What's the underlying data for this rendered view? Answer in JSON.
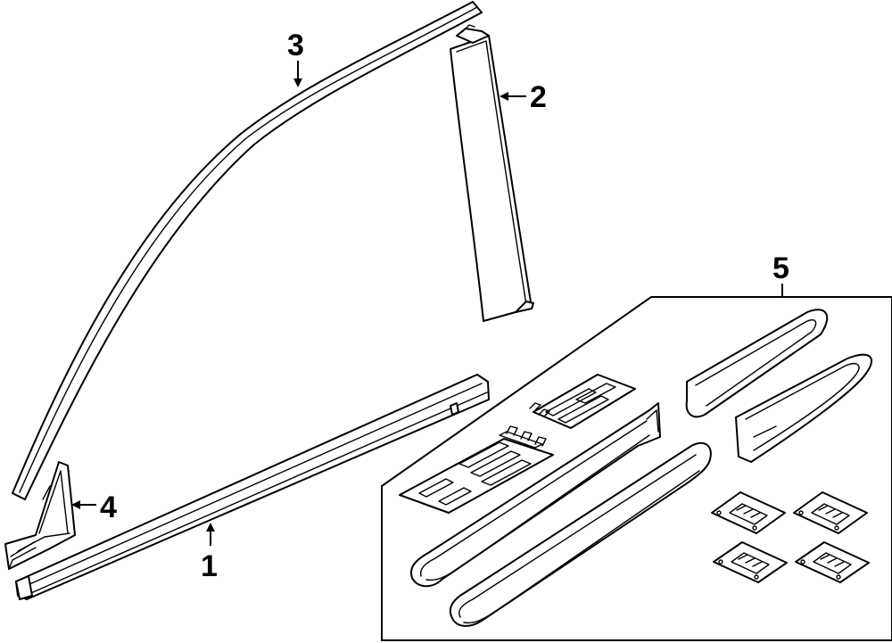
{
  "callouts": {
    "part1": "1",
    "part2": "2",
    "part3": "3",
    "part4": "4",
    "part5": "5"
  },
  "colors": {
    "line": "#000000",
    "background": "#ffffff",
    "shading": "#d8d8d8"
  }
}
